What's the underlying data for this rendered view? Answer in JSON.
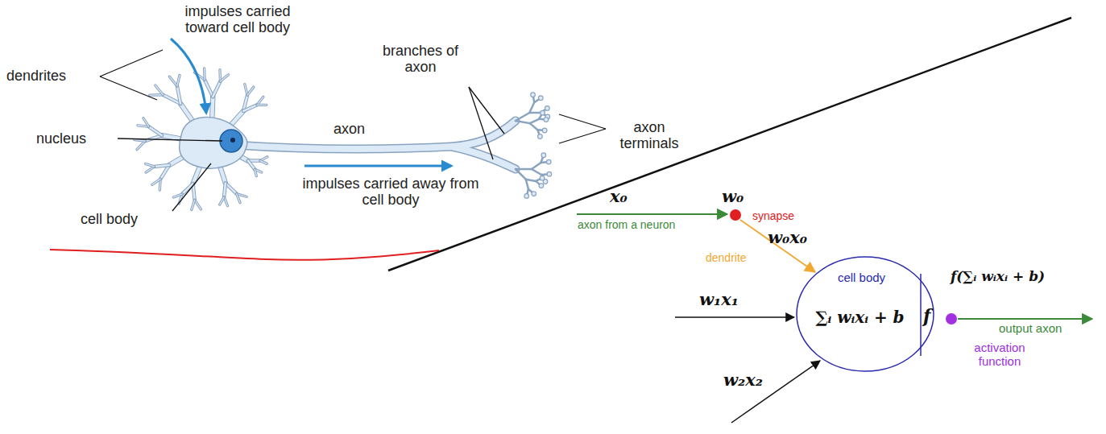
{
  "diagram": {
    "nodes": [
      {
        "text": [
          "cell body",
          "∑ᵢ wᵢxᵢ + b",
          "f"
        ]
      }
    ],
    "labels": [
      "impulses carried toward cell body",
      "dendrites",
      "nucleus",
      "cell body",
      "axon",
      "impulses carried away from cell body",
      "branches of axon",
      "axon terminals",
      "x₀",
      "axon from a neuron",
      "w₀",
      "synapse",
      "w₀x₀",
      "dendrite",
      "w₁x₁",
      "w₂x₂",
      "f(∑ᵢ wᵢxᵢ + b)",
      "output axon",
      "activation function"
    ]
  }
}
